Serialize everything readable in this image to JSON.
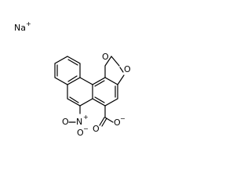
{
  "molecule": {
    "counterion": {
      "element": "Na",
      "charge": "+"
    },
    "atoms": {
      "nitro_n": {
        "element": "N",
        "charge": "+"
      },
      "nitro_o1": {
        "element": "O",
        "charge": "−"
      },
      "nitro_o2": {
        "element": "O"
      },
      "dioxole_o1": {
        "element": "O"
      },
      "dioxole_o2": {
        "element": "O"
      },
      "carboxylate_o_single": {
        "element": "O",
        "charge": "−"
      },
      "carboxylate_o_double": {
        "element": "O"
      }
    }
  }
}
